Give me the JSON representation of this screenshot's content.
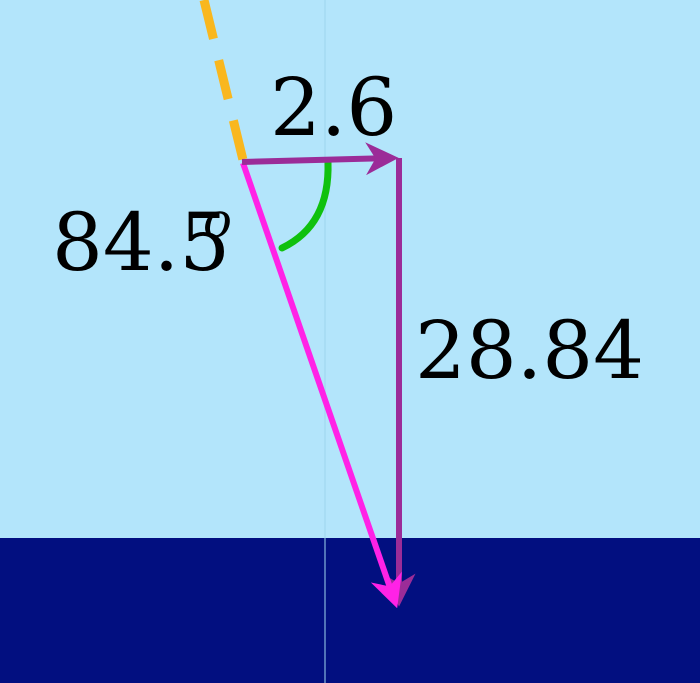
{
  "labels": {
    "horizontal_component": "2.6",
    "vertical_component": "28.84",
    "angle_value": "84.5",
    "angle_unit": "o"
  },
  "colors": {
    "sky": "#b3e5fb",
    "ground": "#020f80",
    "dashed_line": "#f9b71e",
    "resultant_vector": "#ff22e6",
    "component_vectors": "#9b2c98",
    "angle_arc": "#10c10e"
  }
}
